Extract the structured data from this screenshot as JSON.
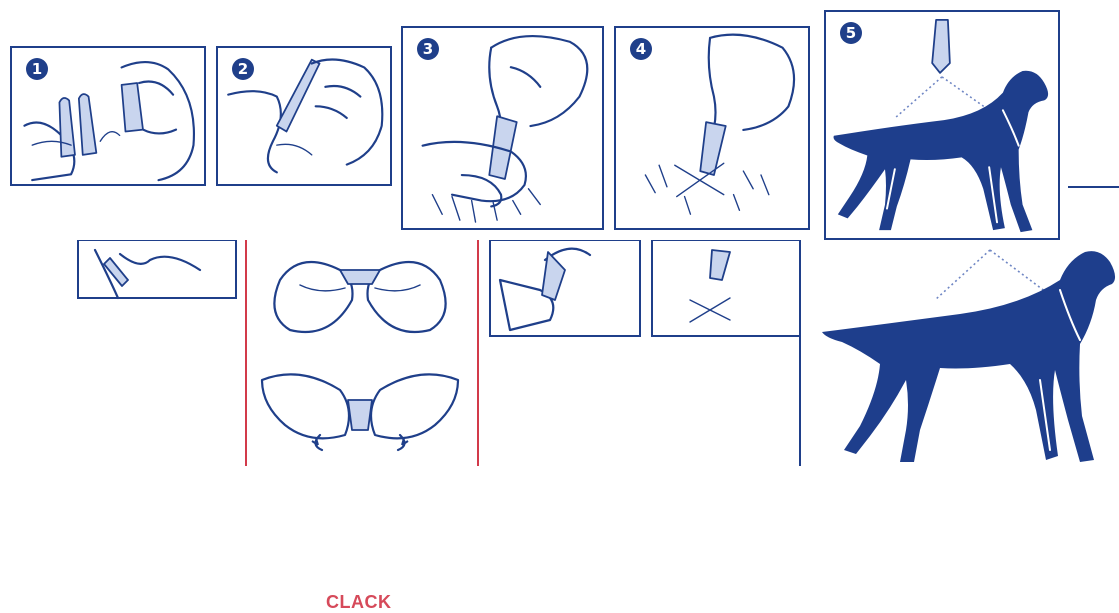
{
  "steps": [
    {
      "number": "1"
    },
    {
      "number": "2"
    },
    {
      "number": "3"
    },
    {
      "number": "4"
    },
    {
      "number": "5"
    }
  ],
  "lower_scene": {
    "sound_label": "CLACK"
  },
  "colors": {
    "ink_blue": "#1f3f8a",
    "dog_blue": "#1e3e8c",
    "clack_red": "#d64a5a",
    "frame_red": "#d23a4a"
  }
}
